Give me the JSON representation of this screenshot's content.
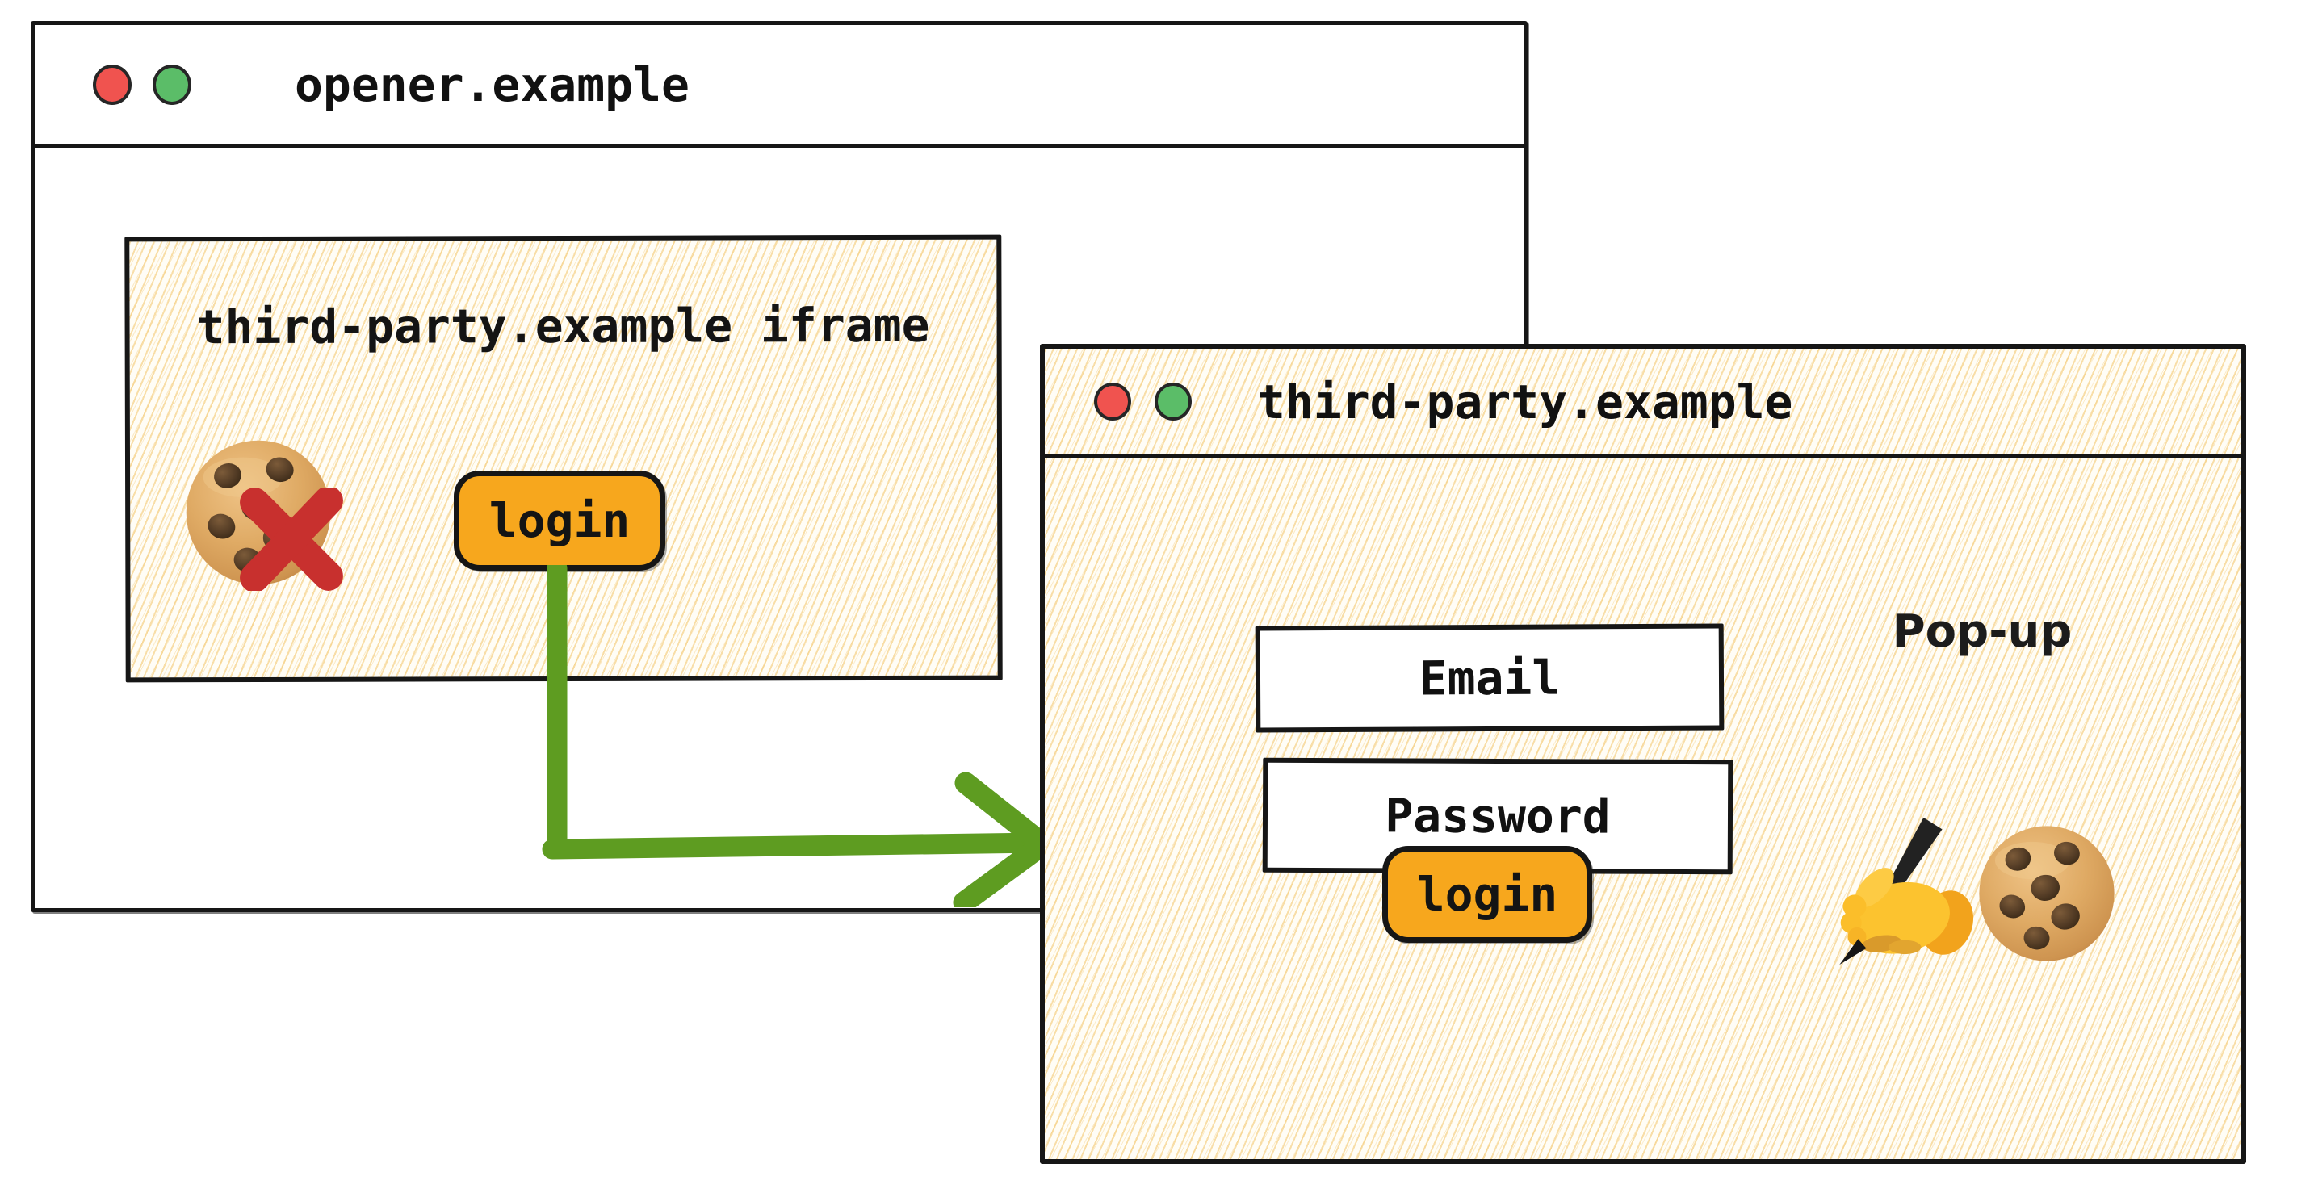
{
  "opener_window": {
    "title": "opener.example",
    "window_buttons": [
      "red-dot-icon",
      "green-dot-icon"
    ],
    "iframe": {
      "label": "third-party.example iframe",
      "login_button": "login",
      "icons": [
        "cookie-icon",
        "blocked-cross-icon"
      ]
    }
  },
  "popup_window": {
    "title": "third-party.example",
    "window_buttons": [
      "red-dot-icon",
      "green-dot-icon"
    ],
    "label": "Pop-up",
    "email_field": "Email",
    "password_field": "Password",
    "login_button": "login",
    "icons": [
      "writing-hand-icon",
      "cookie-icon"
    ]
  },
  "colors": {
    "accent_orange": "#F7A71D",
    "arrow_green": "#5E9C21",
    "blocked_cross_red": "#C8302E",
    "traffic_red": "#F0534F",
    "traffic_green": "#5BBD68",
    "hatch_yellow": "#F3C468",
    "ink_black": "#161616"
  }
}
